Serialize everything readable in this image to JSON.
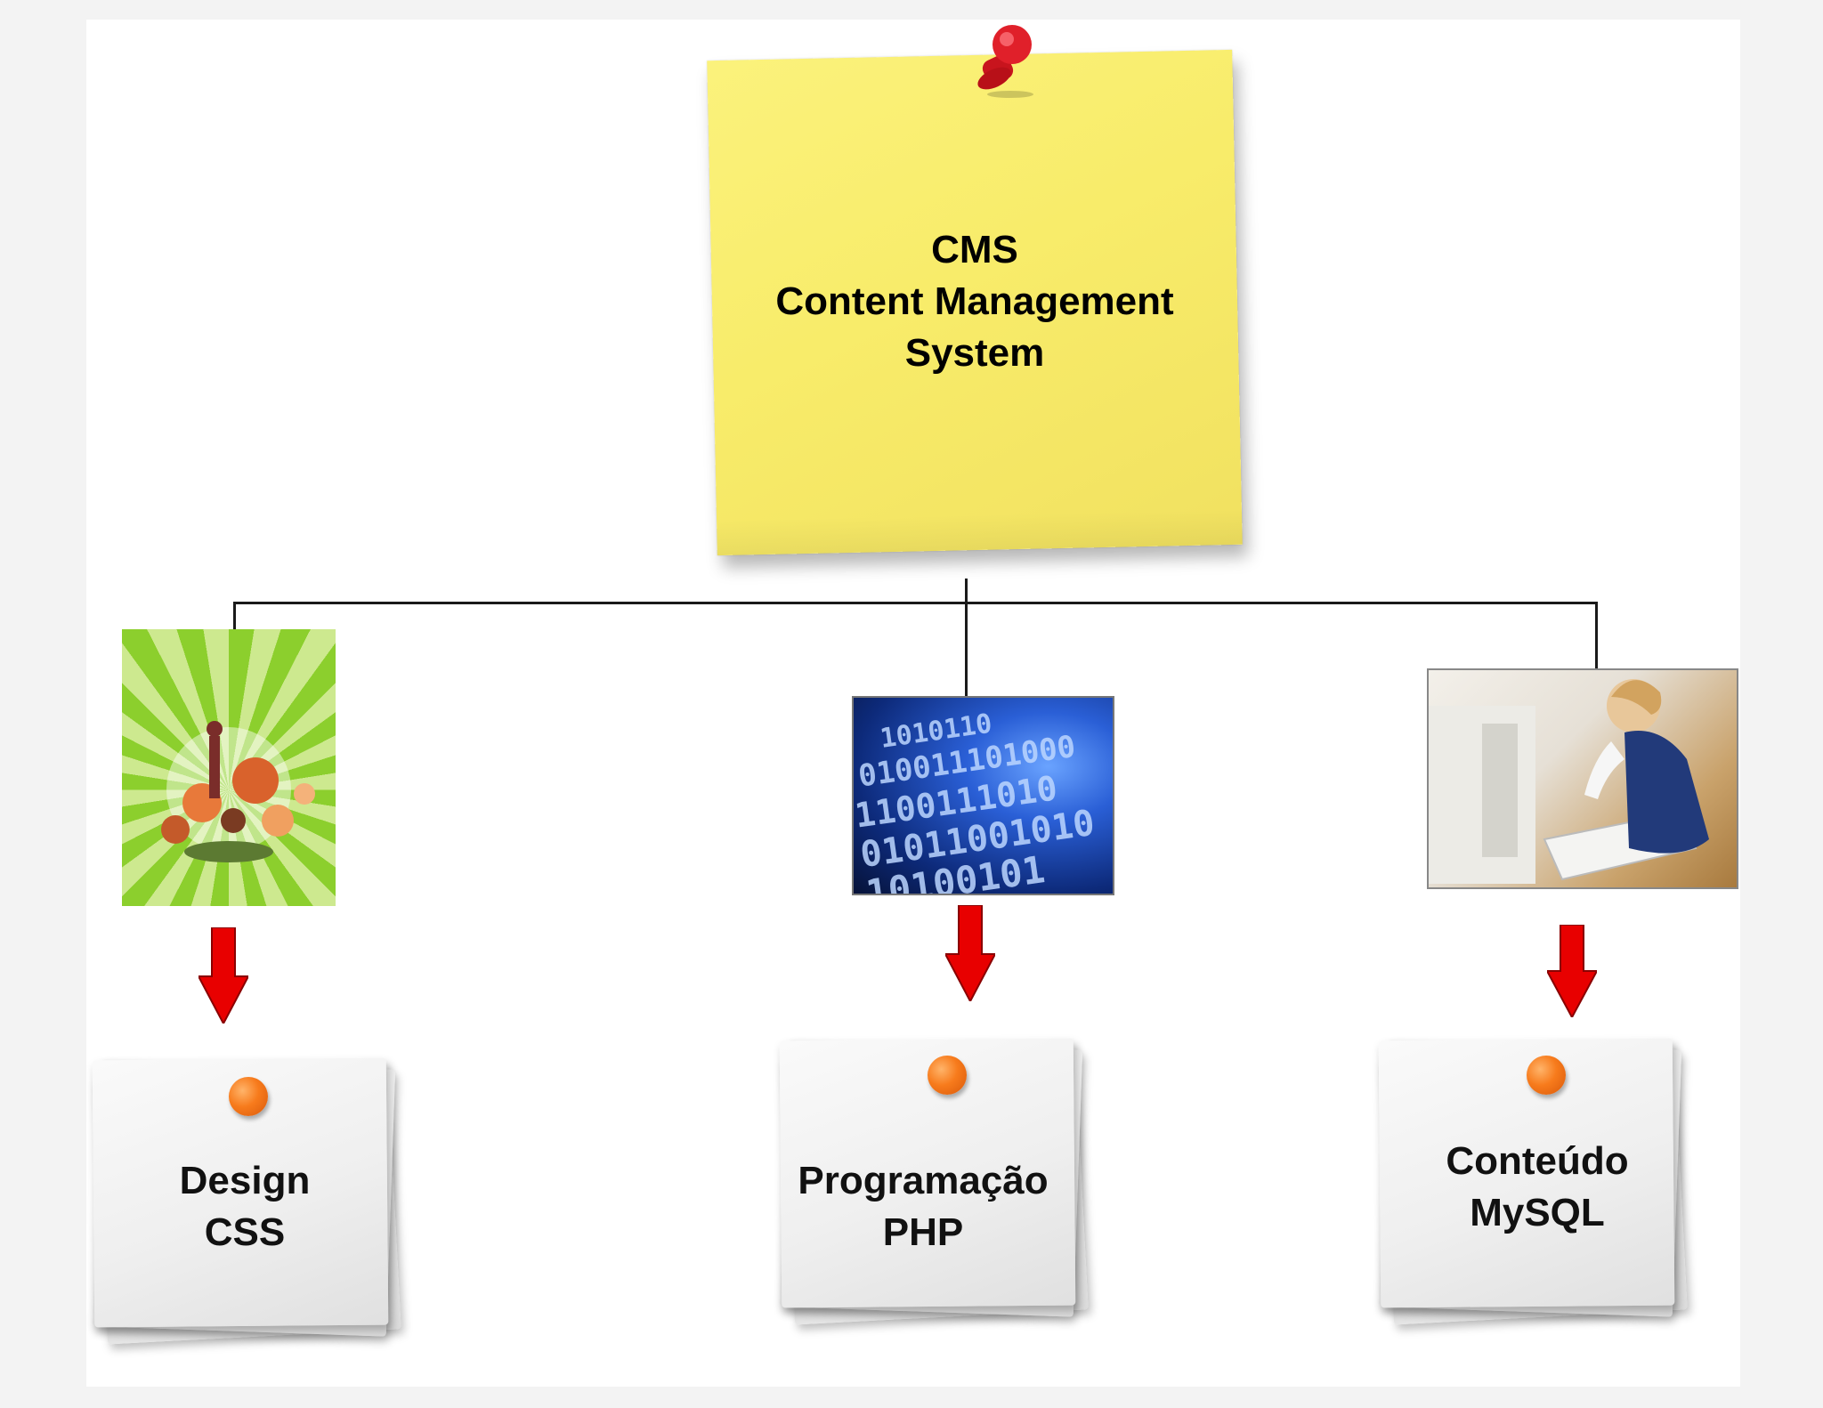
{
  "main_note": {
    "line1": "CMS",
    "line2": "Content Management",
    "line3": "System",
    "color": "#f8ec6a"
  },
  "branches": [
    {
      "line1": "Design",
      "line2": "CSS",
      "image": "colorful-floral-design-art"
    },
    {
      "line1": "Programação",
      "line2": "PHP",
      "image": "blue-binary-code"
    },
    {
      "line1": "Conteúdo",
      "line2": "MySQL",
      "image": "child-typing-on-keyboard"
    }
  ],
  "colors": {
    "pin_main": "#e0202a",
    "pin_small": "#f77b1c",
    "arrow": "#e80000",
    "connector": "#1a1a1a"
  }
}
